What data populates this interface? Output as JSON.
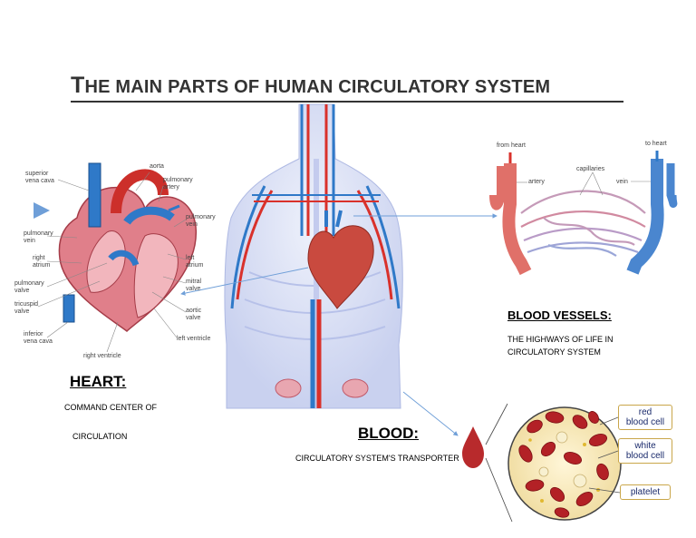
{
  "title": {
    "first_letter": "T",
    "rest": "HE MAIN PARTS OF HUMAN CIRCULATORY SYSTEM"
  },
  "heart_diagram": {
    "labels": {
      "aorta": "aorta",
      "superior_vena_cava": [
        "superior",
        "vena cava"
      ],
      "pulmonary_artery": [
        "pulmonary",
        "artery"
      ],
      "pulmonary_vein_right": [
        "pulmonary",
        "vein"
      ],
      "pulmonary_vein_left": [
        "pulmonary",
        "vein"
      ],
      "right_atrium": [
        "right",
        "atrium"
      ],
      "left_atrium": [
        "left",
        "atrium"
      ],
      "pulmonary_valve": [
        "pulmonary",
        "valve"
      ],
      "mitral_valve": [
        "mitral",
        "valve"
      ],
      "tricuspid_valve": [
        "tricuspid",
        "valve"
      ],
      "aortic_valve": [
        "aortic",
        "valve"
      ],
      "inferior_vena_cava": [
        "inferior",
        "vena cava"
      ],
      "left_ventricle": "left ventricle",
      "right_ventricle": "right ventricle"
    }
  },
  "vessels_diagram": {
    "labels": {
      "from_heart": "from heart",
      "to_heart": "to heart",
      "capillaries": "capillaries",
      "artery": "artery",
      "vein": "vein"
    }
  },
  "blood_diagram": {
    "labels": {
      "red_blood_cell": [
        "red",
        "blood cell"
      ],
      "white_blood_cell": [
        "white",
        "blood cell"
      ],
      "platelet": "platelet"
    }
  },
  "sections": {
    "heart": {
      "heading": "HEART:",
      "line1": "COMMAND CENTER OF",
      "line2": "CIRCULATION"
    },
    "blood_vessels": {
      "heading": "BLOOD VESSELS:",
      "line1": "THE HIGHWAYS OF LIFE IN",
      "line2": "CIRCULATORY SYSTEM"
    },
    "blood": {
      "heading": "BLOOD:",
      "line1": "CIRCULATORY SYSTEM'S TRANSPORTER"
    }
  },
  "colors": {
    "artery_red": "#d9312b",
    "vein_blue": "#2f79c8",
    "heart_pink": "#e07f8a",
    "callout_border": "#c9a64a"
  }
}
